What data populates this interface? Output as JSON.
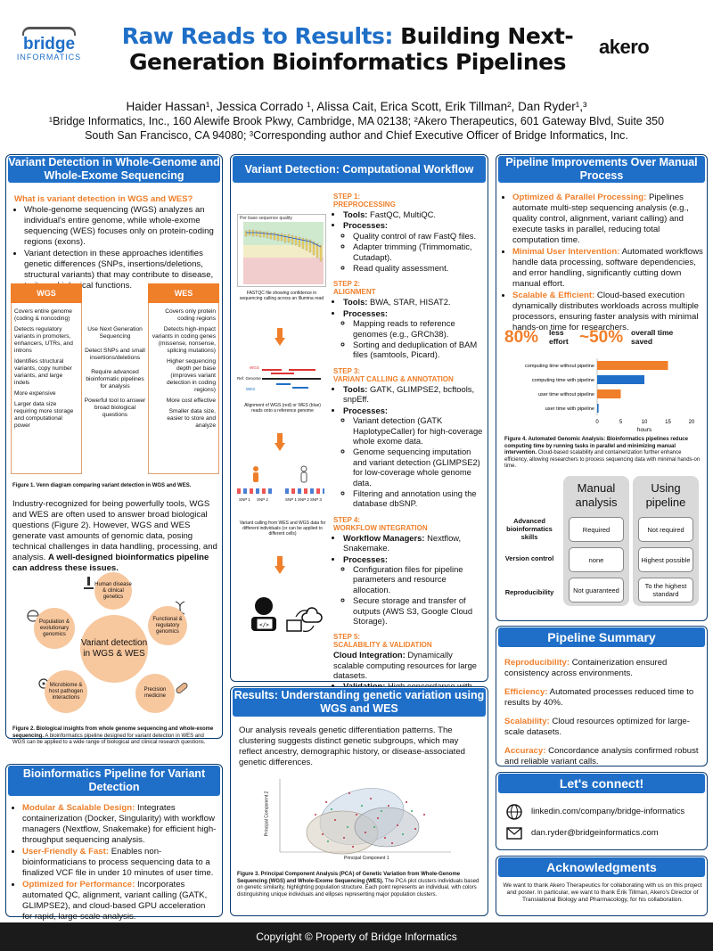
{
  "header": {
    "title_highlight": "Raw Reads to Results:",
    "title_rest_line1": "Building Next-",
    "title_line2": "Generation Bioinformatics Pipelines",
    "logo_left_main": "bridge",
    "logo_left_sub": "INFORMATICS",
    "logo_right": "akero",
    "authors": "Haider Hassan¹, Jessica Corrado ¹, Alissa Cait, Erica Scott,  Erik Tillman², Dan Ryder¹,³",
    "affiliations_line1": "¹Bridge Informatics, Inc., 160 Alewife Brook Pkwy, Cambridge, MA 02138; ²Akero Therapeutics, 601 Gateway Blvd, Suite 350",
    "affiliations_line2": "South San Francisco, CA 94080; ³Corresponding author and Chief Executive Officer of Bridge Informatics, Inc."
  },
  "variant_detection": {
    "heading": "Variant Detection in Whole-Genome and Whole-Exome Sequencing",
    "question": "What is variant detection in WGS and WES?",
    "bullet1": "Whole-genome sequencing (WGS) analyzes an individual's entire genome, while whole-exome sequencing (WES) focuses only on protein-coding regions (exons).",
    "bullet2": "Variant detection in these approaches identifies genetic differences (SNPs, insertions/deletions, structural variants) that may contribute to disease, traits, or biological functions.",
    "venn_wgs_label": "WGS",
    "venn_wes_label": "WES",
    "venn_wgs": [
      "Covers entire genome (coding & noncoding)",
      "Detects regulatory variants in promoters, enhancers, UTRs, and introns",
      "Identifies structural variants, copy number variants, and large indels",
      "More expensive",
      "Larger data size requiring more storage and computational power"
    ],
    "venn_shared": [
      "Use Next Generation Sequencing",
      "Detect SNPs and small insertions/deletions",
      "Require advanced bioinformatic pipelines for analysis",
      "Powerful tool to answer broad biological questions"
    ],
    "venn_wes": [
      "Covers only protein coding regions",
      "Detects high-impact variants in coding genes (missense, nonsense, splicing mutations)",
      "Higher sequencing depth per base (improves variant detection in coding regions)",
      "More cost effective",
      "Smaller data size, easier to store and analyze"
    ],
    "fig1_caption": "Figure 1.  Venn diagram comparing variant detection in WGS and WES.",
    "para": "Industry-recognized for being powerfully tools, WGS and WES are often used to answer broad biological questions (Figure 2). However, WGS and WES generate vast amounts of genomic data, posing technical challenges in data handling, processing, and analysis.",
    "para_bold": "A well-designed bioinformatics pipeline can address these issues.",
    "center_circle": "Variant detection in WGS & WES",
    "circles": [
      "Human disease & clinical genetics",
      "Functional & regulatory genomics",
      "Precision medicine",
      "Microbiome & host pathogen interactions",
      "Population & evolutionary genomics"
    ],
    "fig2_caption_bold": "Figure 2. Biological insights from whole genome sequencing and whole-exome sequencing.",
    "fig2_caption": "A bioinformatics pipeline designed for variant detection in WES and WGS can be applied to a wide range of biological and clinical research questions."
  },
  "bioinfo_pipeline": {
    "heading": "Bioinformatics Pipeline for Variant Detection",
    "items": [
      {
        "label": "Modular & Scalable Design:",
        "text": "Integrates containerization (Docker, Singularity) with workflow managers (Nextflow, Snakemake) for efficient high-throughput sequencing analysis."
      },
      {
        "label": "User-Friendly & Fast:",
        "text": "Enables non-bioinformaticians to process sequencing data to a finalized VCF file in under 10 minutes of user time."
      },
      {
        "label": "Optimized for Performance:",
        "text": "Incorporates automated QC, alignment, variant calling (GATK, GLIMPSE2), and cloud-based GPU acceleration for rapid, large-scale analysis."
      }
    ]
  },
  "workflow": {
    "heading": "Variant Detection: Computational Workflow",
    "fastqc_title": "Per base sequence quality",
    "fastqc_caption": "FASTQC file showing confidence in sequencing calling across an Illumina read",
    "align_label_wgs": "WGS",
    "align_label_ref": "Ref. Genome",
    "align_label_wes": "WES",
    "align_caption": "Alignment of WGS (red) or WES (blue) reads onto a reference genome",
    "snp_labels": [
      "SNP 1",
      "SNP 2",
      "SNP 1",
      "SNP 2",
      "SNP 3"
    ],
    "snp_caption": "Variant calling from WES and WGS data for different individuals (or can be applied to different cells)",
    "steps": [
      {
        "title": "STEP 1:",
        "name": "PREPROCESSING",
        "tools_label": "Tools:",
        "tools": "FastQC, MultiQC.",
        "proc_label": "Processes:",
        "processes": [
          "Quality control of raw FastQ files.",
          "Adapter trimming (Trimmomatic, Cutadapt).",
          "Read quality assessment."
        ]
      },
      {
        "title": "STEP 2:",
        "name": "ALIGNMENT",
        "tools_label": "Tools:",
        "tools": "BWA, STAR, HISAT2.",
        "proc_label": "Processes:",
        "processes": [
          "Mapping reads to reference genomes (e.g., GRCh38).",
          "Sorting and deduplication of BAM files (samtools, Picard)."
        ]
      },
      {
        "title": "STEP 3:",
        "name": "VARIANT CALLING & ANNOTATION",
        "tools_label": "Tools:",
        "tools": "GATK, GLIMPSE2, bcftools, snpEff.",
        "proc_label": "Processes:",
        "processes": [
          "Variant detection (GATK HaplotypeCaller) for high-coverage whole exome data.",
          "Genome sequencing imputation and variant detection (GLIMPSE2) for low-coverage whole genome data.",
          "Filtering and annotation using the database dbSNP."
        ]
      },
      {
        "title": "STEP 4:",
        "name": "WORKFLOW INTEGRATION",
        "tools_label": "Workflow Managers:",
        "tools": "Nextflow, Snakemake.",
        "proc_label": "Processes:",
        "processes": [
          "Configuration files for pipeline parameters and resource allocation.",
          "Secure storage and transfer of outputs (AWS S3, Google Cloud Storage)."
        ]
      },
      {
        "title": "STEP 5:",
        "name": "SCALABILITY & VALIDATION",
        "tools_label": "Cloud Integration:",
        "tools": "Dynamically scalable computing resources for large datasets.",
        "proc_label": "Validation:",
        "processes": [
          "High concordance with benchmark datasets (GIAB)."
        ]
      }
    ]
  },
  "results": {
    "heading": "Results: Understanding genetic variation using WGS and WES",
    "para": "Our analysis reveals genetic differentiation patterns. The clustering suggests distinct genetic subgroups, which may reflect ancestry, demographic history, or disease-associated genetic differences.",
    "pca_xlabel": "Principal Component 1",
    "pca_ylabel": "Principal Component 2",
    "fig3_caption_bold": "Figure 3. Principal Component Analysis (PCA) of Genetic Variation from Whole-Genome Sequencing (WGS) and Whole-Exome Sequencing (WES).",
    "fig3_caption": "The PCA plot clusters individuals based on genetic similarity, highlighting population structure. Each point represents an individual, with colors distinguishing unique individuals and ellipses representing major population clusters."
  },
  "improvements": {
    "heading": "Pipeline Improvements Over Manual Process",
    "items": [
      {
        "label": "Optimized & Parallel Processing:",
        "text": "Pipelines automate multi-step sequencing analysis (e.g., quality control, alignment, variant calling) and execute tasks in parallel, reducing total computation time."
      },
      {
        "label": "Minimal User Intervention:",
        "text": "Automated workflows handle data processing, software dependencies, and error handling, significantly cutting down manual effort."
      },
      {
        "label": "Scalable & Efficient:",
        "text": "Cloud-based execution dynamically distributes workloads across multiple processors, ensuring faster analysis with minimal hands-on time for researchers."
      }
    ],
    "stat1_value": "80%",
    "stat1_label": "less effort",
    "stat2_value": "~50%",
    "stat2_label": "overall time saved",
    "fig4_caption_bold": "Figure 4. Automated Genomic Analysis: Bioinformatics pipelines reduce computing time by running tasks in parallel and minimizing manual intervention.",
    "fig4_caption": "Cloud-based scalability and containerization further enhance efficiency, allowing researchers to process sequencing data with minimal hands-on time.",
    "matrix": {
      "col1": "Manual analysis",
      "col2": "Using pipeline",
      "rows": [
        {
          "label": "Advanced bioinformatics skills",
          "manual": "Required",
          "pipeline": "Not required"
        },
        {
          "label": "Version control",
          "manual": "none",
          "pipeline": "Highest possible"
        },
        {
          "label": "Reproducibility",
          "manual": "Not guaranteed",
          "pipeline": "To the highest standard"
        }
      ]
    }
  },
  "chart_data": {
    "type": "bar",
    "orientation": "horizontal",
    "categories": [
      "computing time without pipeline",
      "computing time with pipeline",
      "user time without pipeline",
      "user time with pipeline"
    ],
    "values": [
      15,
      10,
      5,
      0.3
    ],
    "colors": [
      "#f07f2a",
      "#1f6fc8",
      "#f07f2a",
      "#1f6fc8"
    ],
    "xlabel": "hours",
    "xlim": [
      0,
      20
    ],
    "xticks": [
      "0",
      "5",
      "10",
      "15",
      "20"
    ]
  },
  "summary": {
    "heading": "Pipeline Summary",
    "items": [
      {
        "label": "Reproducibility:",
        "text": "Containerization ensured consistency across environments."
      },
      {
        "label": "Efficiency:",
        "text": "Automated processes reduced time to results by 40%."
      },
      {
        "label": "Scalability:",
        "text": "Cloud resources optimized for large-scale datasets."
      },
      {
        "label": "Accuracy:",
        "text": "Concordance analysis confirmed robust and reliable variant calls."
      }
    ]
  },
  "connect": {
    "heading": "Let's connect!",
    "linkedin": "linkedin.com/company/bridge-informatics",
    "email": "dan.ryder@bridgeinformatics.com"
  },
  "acknowledgments": {
    "heading": "Acknowledgments",
    "text": "We want to thank Akero Therapeutics for collaborating with us on this project and poster. In particular, we want to thank Erik Tillman, Akero's Director of Translational Biology and Pharmacology, for his collaboration."
  },
  "footer": {
    "text": "Copyright ©  Property of Bridge Informatics"
  }
}
